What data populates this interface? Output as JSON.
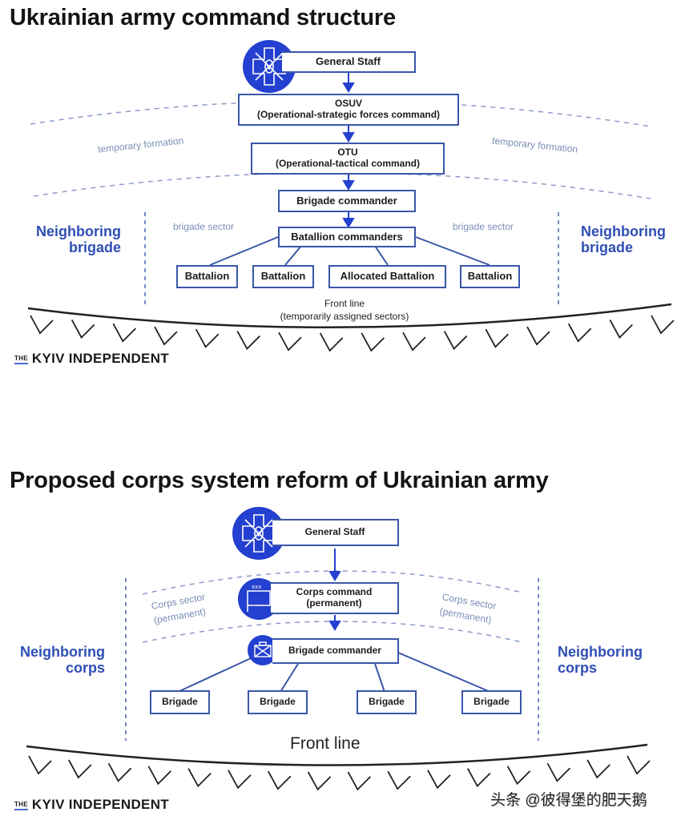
{
  "diagram1": {
    "title": "Ukrainian army command structure",
    "general_staff": "General Staff",
    "osuv_line1": "OSUV",
    "osuv_line2": "(Operational-strategic forces command)",
    "otu_line1": "OTU",
    "otu_line2": "(Operational-tactical command)",
    "temp_left": "temporary formation",
    "temp_right": "temporary formation",
    "brigade_commander": "Brigade commander",
    "battalion_commanders": "Batallion commanders",
    "sector_left": "brigade sector",
    "sector_right": "brigade sector",
    "neighbor_left_1": "Neighboring",
    "neighbor_left_2": "brigade",
    "neighbor_right_1": "Neighboring",
    "neighbor_right_2": "brigade",
    "units": [
      "Battalion",
      "Battalion",
      "Allocated Battalion",
      "Battalion"
    ],
    "front_line_1": "Front line",
    "front_line_2": "(temporarily assigned sectors)",
    "brand_the": "THE",
    "brand_name": "KYIV INDEPENDENT"
  },
  "diagram2": {
    "title": "Proposed corps system reform of Ukrainian army",
    "general_staff": "General Staff",
    "corps_line1": "Corps command",
    "corps_line2": "(permanent)",
    "corps_sector_left_1": "Corps sector",
    "corps_sector_left_2": "(permanent)",
    "corps_sector_right_1": "Corps sector",
    "corps_sector_right_2": "(permanent)",
    "brigade_commander": "Brigade commander",
    "neighbor_left_1": "Neighboring",
    "neighbor_left_2": "corps",
    "neighbor_right_1": "Neighboring",
    "neighbor_right_2": "corps",
    "units": [
      "Brigade",
      "Brigade",
      "Brigade",
      "Brigade"
    ],
    "front_line": "Front line",
    "brand_the": "THE",
    "brand_name": "KYIV INDEPENDENT"
  },
  "watermark": "头条 @彼得堡的肥天鹅",
  "colors": {
    "accent": "#2440d0",
    "box_border": "#3a56a8",
    "dashed": "#8a9cc8",
    "neighbor_text": "#2f4fb5"
  }
}
